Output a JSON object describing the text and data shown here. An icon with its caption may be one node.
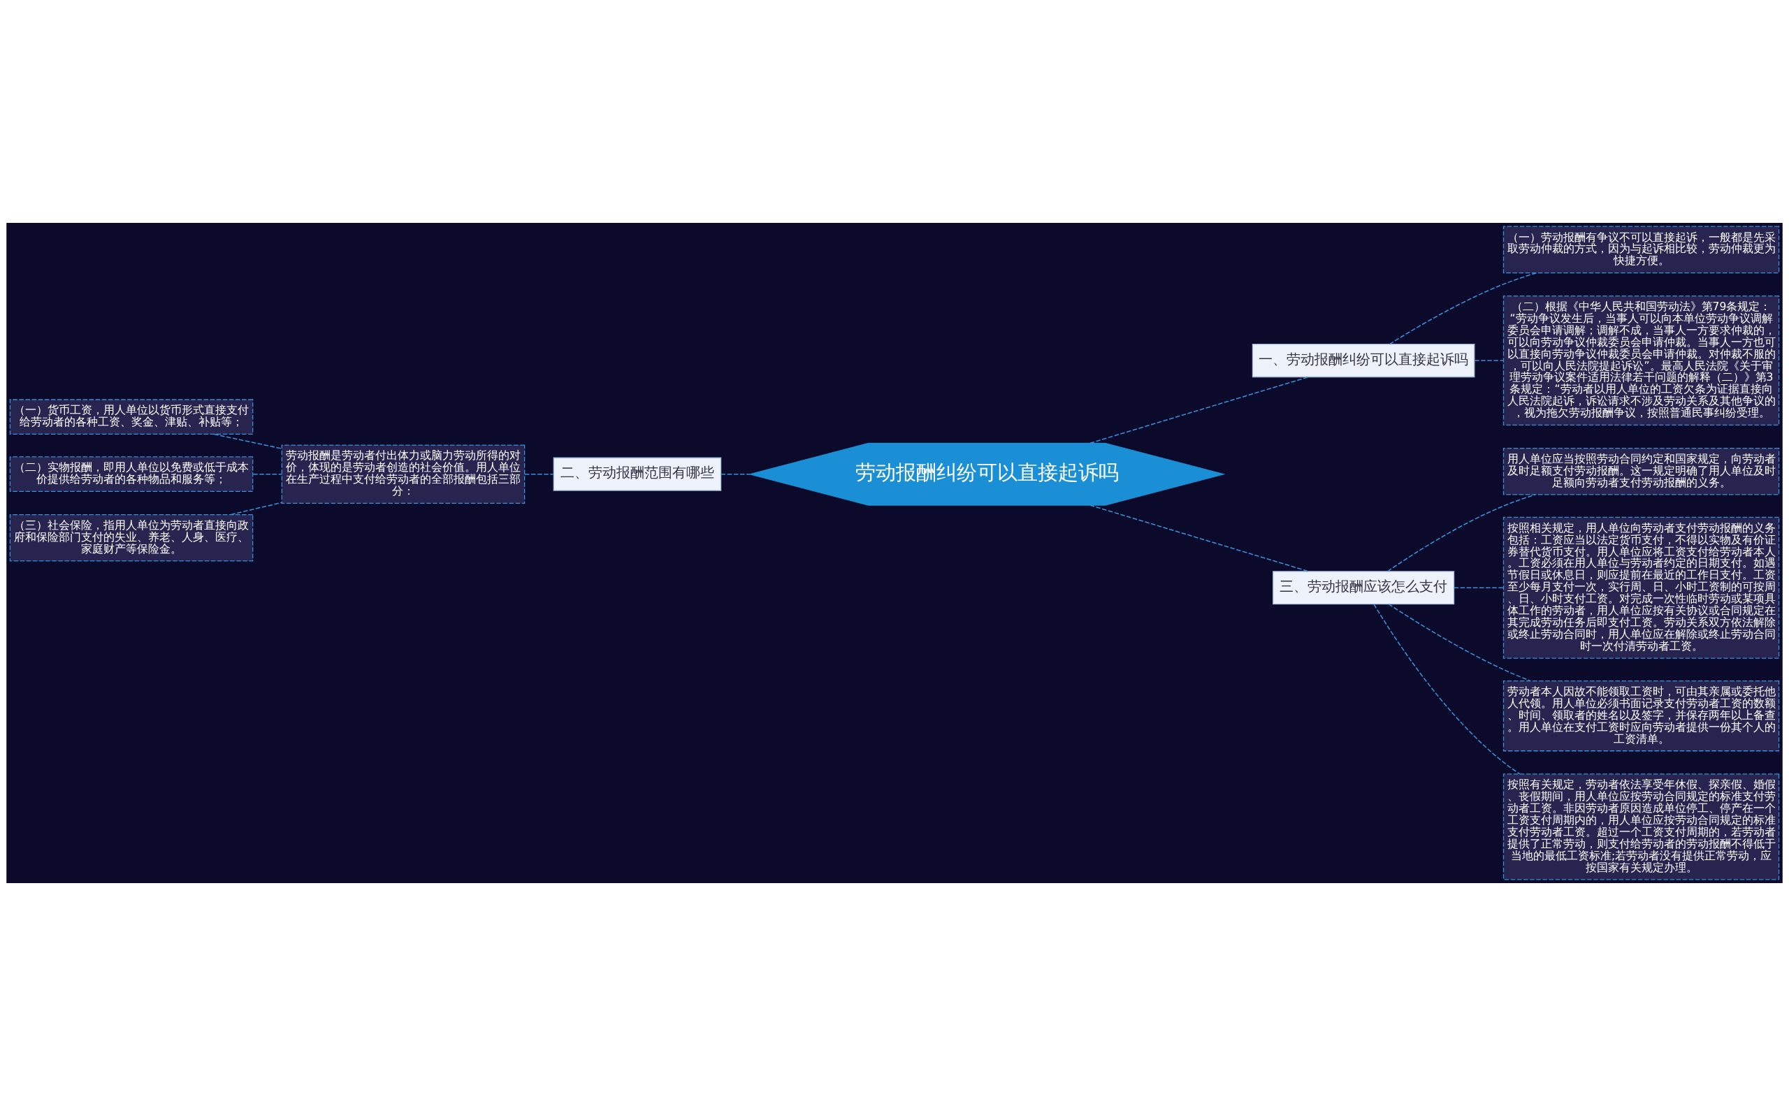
{
  "diagram": {
    "nodes": [
      {
        "text": [
          "劳动报酬纠纷可以直接起诉吗"
        ]
      },
      {
        "text": [
          "一、劳动报酬纠纷可以直接起诉吗"
        ]
      },
      {
        "text": [
          "（一）劳动报酬有争议不可以直接起诉，一般都是先采取劳动仲裁的方式，因为与起诉相比较，劳动仲裁更为快捷方便。"
        ]
      },
      {
        "text": [
          "（二）根据《中华人民共和国劳动法》第79条规定：“劳动争议发生后，当事人可以向本单位劳动争议调解委员会申请调解；调解不成，当事人一方要求仲裁的，可以向劳动争议仲裁委员会申请仲裁。当事人一方也可以直接向劳动争议仲裁委员会申请仲裁。对仲裁不服的，可以向人民法院提起诉讼”。最高人民法院《关于审理劳动争议案件适用法律若干问题的解释（二）》第3条规定：“劳动者以用人单位的工资欠条为证据直接向人民法院起诉，诉讼请求不涉及劳动关系及其他争议的，视为拖欠劳动报酬争议，按照普通民事纠纷受理。"
        ]
      },
      {
        "text": [
          "二、劳动报酬范围有哪些"
        ]
      },
      {
        "text": [
          "劳动报酬是劳动者付出体力或脑力劳动所得的对价，体现的是劳动者创造的社会价值。用人单位在生产过程中支付给劳动者的全部报酬包括三部分："
        ]
      },
      {
        "text": [
          "（一）货币工资，用人单位以货币形式直接支付给劳动者的各种工资、奖金、津贴、补贴等；"
        ]
      },
      {
        "text": [
          "（二）实物报酬，即用人单位以免费或低于成本价提供给劳动者的各种物品和服务等；"
        ]
      },
      {
        "text": [
          "（三）社会保险，指用人单位为劳动者直接向政府和保险部门支付的失业、养老、人身、医疗、家庭财产等保险金。"
        ]
      },
      {
        "text": [
          "三、劳动报酬应该怎么支付"
        ]
      },
      {
        "text": [
          "用人单位应当按照劳动合同约定和国家规定，向劳动者及时足额支付劳动报酬。这一规定明确了用人单位及时足额向劳动者支付劳动报酬的义务。"
        ]
      },
      {
        "text": [
          "按照相关规定，用人单位向劳动者支付劳动报酬的义务包括：工资应当以法定货币支付，不得以实物及有价证券替代货币支付。用人单位应将工资支付给劳动者本人。工资必须在用人单位与劳动者约定的日期支付。如遇节假日或休息日，则应提前在最近的工作日支付。工资至少每月支付一次，实行周、日、小时工资制的可按周、日、小时支付工资。对完成一次性临时劳动或某项具体工作的劳动者，用人单位应按有关协议或合同规定在其完成劳动任务后即支付工资。劳动关系双方依法解除或终止劳动合同时，用人单位应在解除或终止劳动合同时一次付清劳动者工资。"
        ]
      },
      {
        "text": [
          "劳动者本人因故不能领取工资时，可由其亲属或委托他人代领。用人单位必须书面记录支付劳动者工资的数额、时间、领取者的姓名以及签字，并保存两年以上备查。用人单位在支付工资时应向劳动者提供一份其个人的工资清单。"
        ]
      },
      {
        "text": [
          "按照有关规定，劳动者依法享受年休假、探亲假、婚假、丧假期间，用人单位应按劳动合同规定的标准支付劳动者工资。非因劳动者原因造成单位停工、停产在一个工资支付周期内的，用人单位应按劳动合同规定的标准支付劳动者工资。超过一个工资支付周期的，若劳动者提供了正常劳动，则支付给劳动者的劳动报酬不得低于当地的最低工资标准;若劳动者没有提供正常劳动，应按国家有关规定办理。"
        ]
      }
    ],
    "edges": [
      {
        "from": 0,
        "to": 1,
        "arrow": "none"
      },
      {
        "from": 1,
        "to": 2,
        "arrow": "none"
      },
      {
        "from": 1,
        "to": 3,
        "arrow": "none"
      },
      {
        "from": 0,
        "to": 4,
        "arrow": "none"
      },
      {
        "from": 4,
        "to": 5,
        "arrow": "none"
      },
      {
        "from": 5,
        "to": 6,
        "arrow": "none"
      },
      {
        "from": 5,
        "to": 7,
        "arrow": "none"
      },
      {
        "from": 5,
        "to": 8,
        "arrow": "none"
      },
      {
        "from": 0,
        "to": 9,
        "arrow": "none"
      },
      {
        "from": 9,
        "to": 10,
        "arrow": "none"
      },
      {
        "from": 9,
        "to": 11,
        "arrow": "none"
      },
      {
        "from": 9,
        "to": 12,
        "arrow": "none"
      },
      {
        "from": 9,
        "to": 13,
        "arrow": "none"
      }
    ]
  }
}
